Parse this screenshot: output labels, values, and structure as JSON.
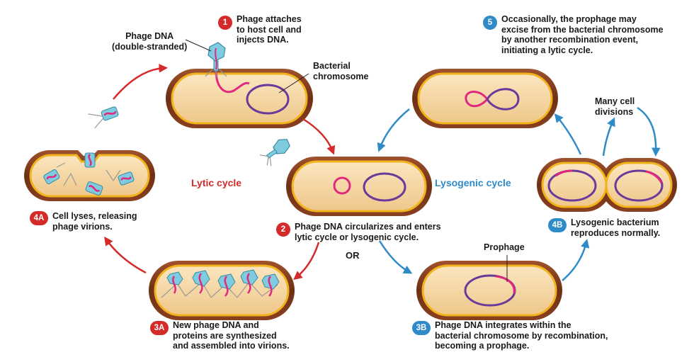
{
  "colors": {
    "lytic": "#d42a2a",
    "lysogenic": "#2e8bc8",
    "cell_wall": "#7a3a1e",
    "cytoplasm": "#f6d9a8",
    "membrane": "#f2b21b",
    "chromosome": "#6a3a9a",
    "phage_dna": "#e0287e",
    "phage_capsid": "#7fcbe0"
  },
  "cycles": {
    "lytic": "Lytic cycle",
    "lysogenic": "Lysogenic cycle"
  },
  "or_label": "OR",
  "labels": {
    "phage_dna": "Phage DNA\n(double-stranded)",
    "bacterial_chromosome": "Bacterial\nchromosome",
    "prophage": "Prophage",
    "many_divisions": "Many cell\ndivisions"
  },
  "steps": [
    {
      "badge": "1",
      "text": "Phage attaches\nto host cell and\ninjects DNA.",
      "color": "#d42a2a"
    },
    {
      "badge": "2",
      "text": "Phage DNA circularizes and enters\nlytic cycle or lysogenic cycle.",
      "color": "#d42a2a"
    },
    {
      "badge": "3A",
      "text": "New phage DNA and\nproteins are synthesized\nand assembled into virions.",
      "color": "#d42a2a"
    },
    {
      "badge": "4A",
      "text": "Cell lyses, releasing\nphage virions.",
      "color": "#d42a2a"
    },
    {
      "badge": "3B",
      "text": "Phage DNA integrates within the\nbacterial chromosome by recombination,\nbecoming a prophage.",
      "color": "#2e8bc8"
    },
    {
      "badge": "4B",
      "text": "Lysogenic bacterium\nreproduces normally.",
      "color": "#2e8bc8"
    },
    {
      "badge": "5",
      "text": "Occasionally, the prophage may\nexcise from the bacterial chromosome\nby another recombination event,\ninitiating a lytic cycle.",
      "color": "#2e8bc8"
    }
  ]
}
